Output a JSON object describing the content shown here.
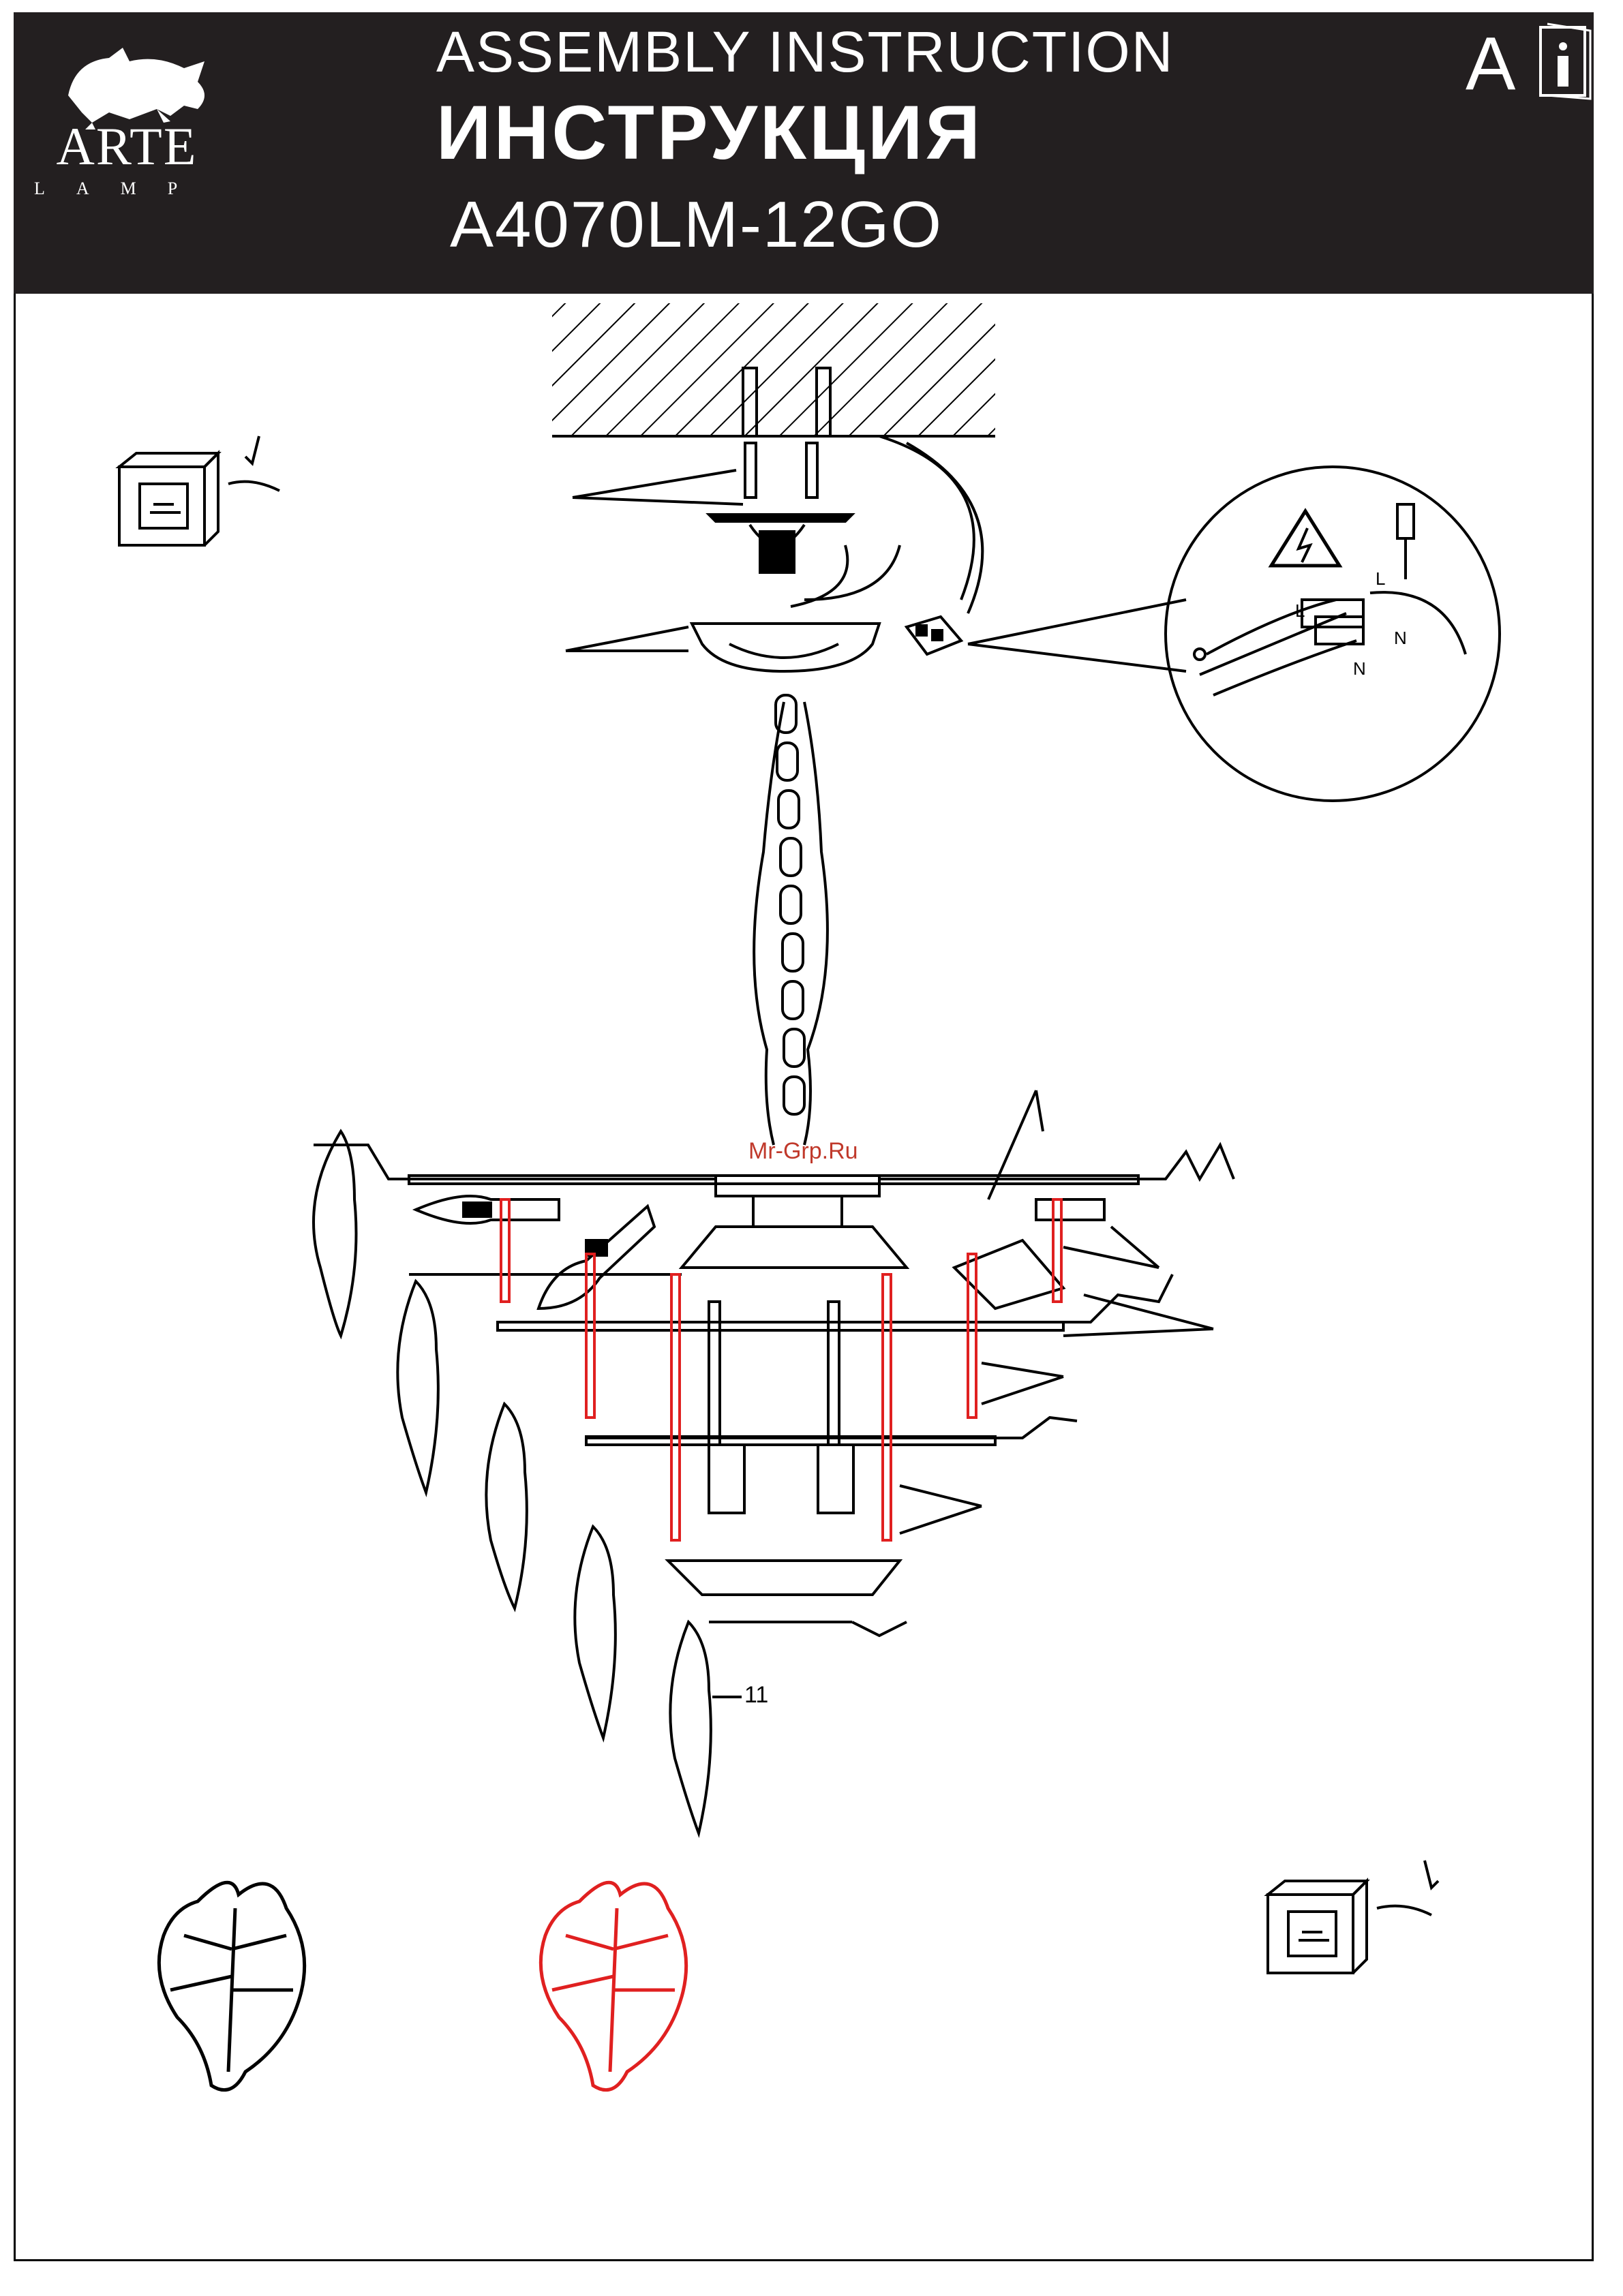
{
  "header": {
    "brand_name": "ARTE",
    "brand_sub": "LAMP",
    "title_en": "ASSEMBLY  INSTRUCTION",
    "title_ru": "ИНСТРУКЦИЯ",
    "model": "A4070LM-12GO",
    "language_mark": "A"
  },
  "icons": {
    "logo": "griffin-logo-icon",
    "manual": "info-book-icon",
    "switch_off": "power-switch-off-icon",
    "switch_on": "power-switch-on-icon",
    "warning": "high-voltage-warning-icon"
  },
  "diagram": {
    "part_label": "11",
    "wiring_labels": [
      "L",
      "L",
      "N",
      "N"
    ],
    "watermark": "Mr-Grp.Ru"
  },
  "colors": {
    "header_bg": "#231f20",
    "line": "#000000",
    "highlight": "#e02020"
  }
}
